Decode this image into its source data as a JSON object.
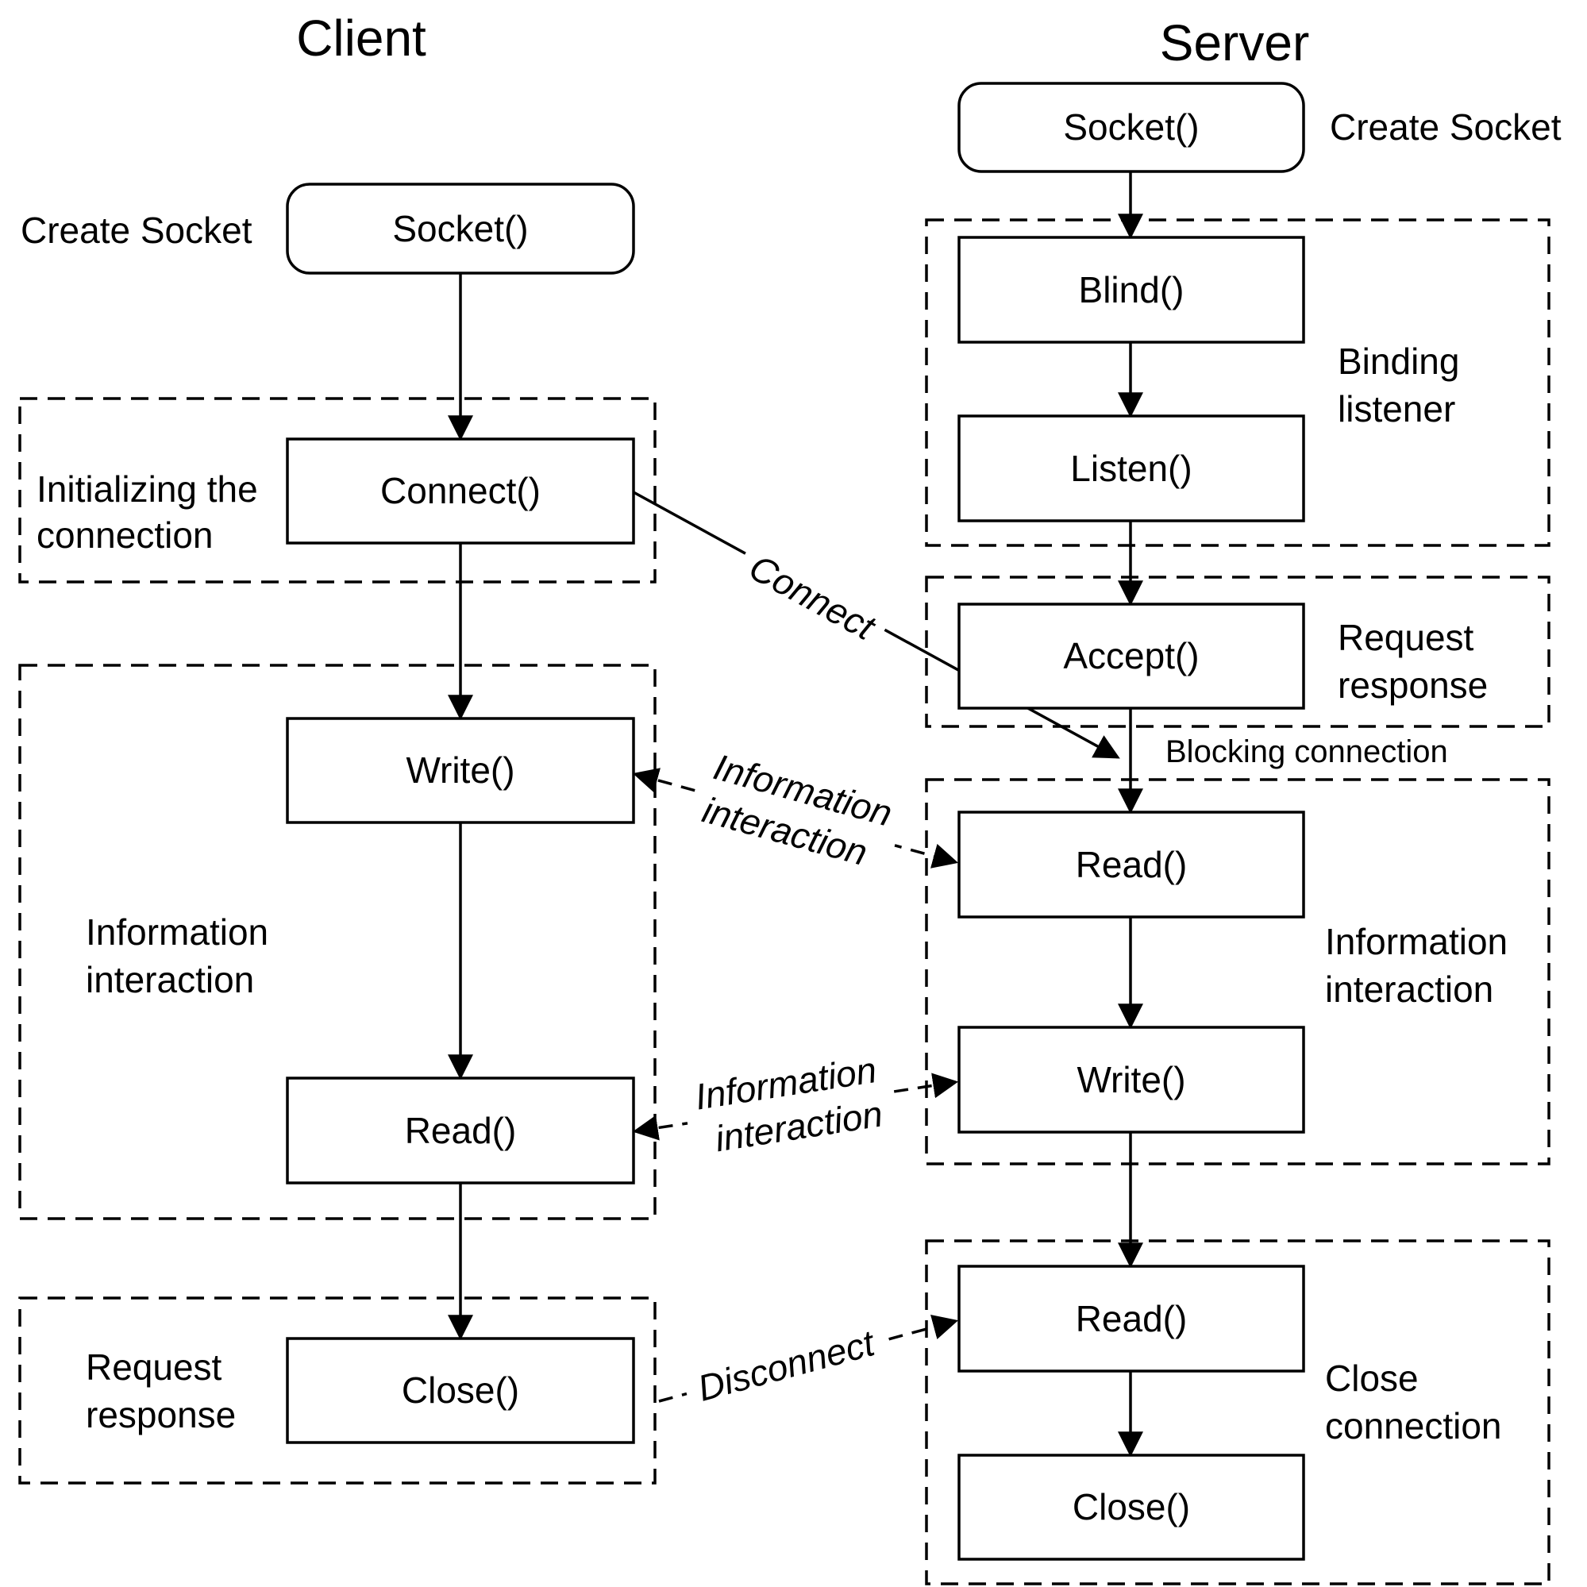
{
  "client": {
    "title": "Client",
    "socket": "Socket()",
    "create_socket_label": "Create Socket",
    "connect": "Connect()",
    "init_label_line1": "Initializing the",
    "init_label_line2": "connection",
    "write": "Write()",
    "info_label_line1": "Information",
    "info_label_line2": "interaction",
    "read": "Read()",
    "close": "Close()",
    "request_label_line1": "Request",
    "request_label_line2": "response"
  },
  "server": {
    "title": "Server",
    "socket": "Socket()",
    "create_socket_label": "Create Socket",
    "blind": "Blind()",
    "listen": "Listen()",
    "binding_label_line1": "Binding",
    "binding_label_line2": "listener",
    "accept": "Accept()",
    "request_label_line1": "Request",
    "request_label_line2": "response",
    "blocking_label": "Blocking connection",
    "read1": "Read()",
    "write": "Write()",
    "info_label_line1": "Information",
    "info_label_line2": "interaction",
    "read2": "Read()",
    "close": "Close()",
    "close_label_line1": "Close",
    "close_label_line2": "connection"
  },
  "edges": {
    "connect": "Connect",
    "info1_line1": "Information",
    "info1_line2": "interaction",
    "info2_line1": "Information",
    "info2_line2": "interaction",
    "disconnect": "Disconnect"
  }
}
